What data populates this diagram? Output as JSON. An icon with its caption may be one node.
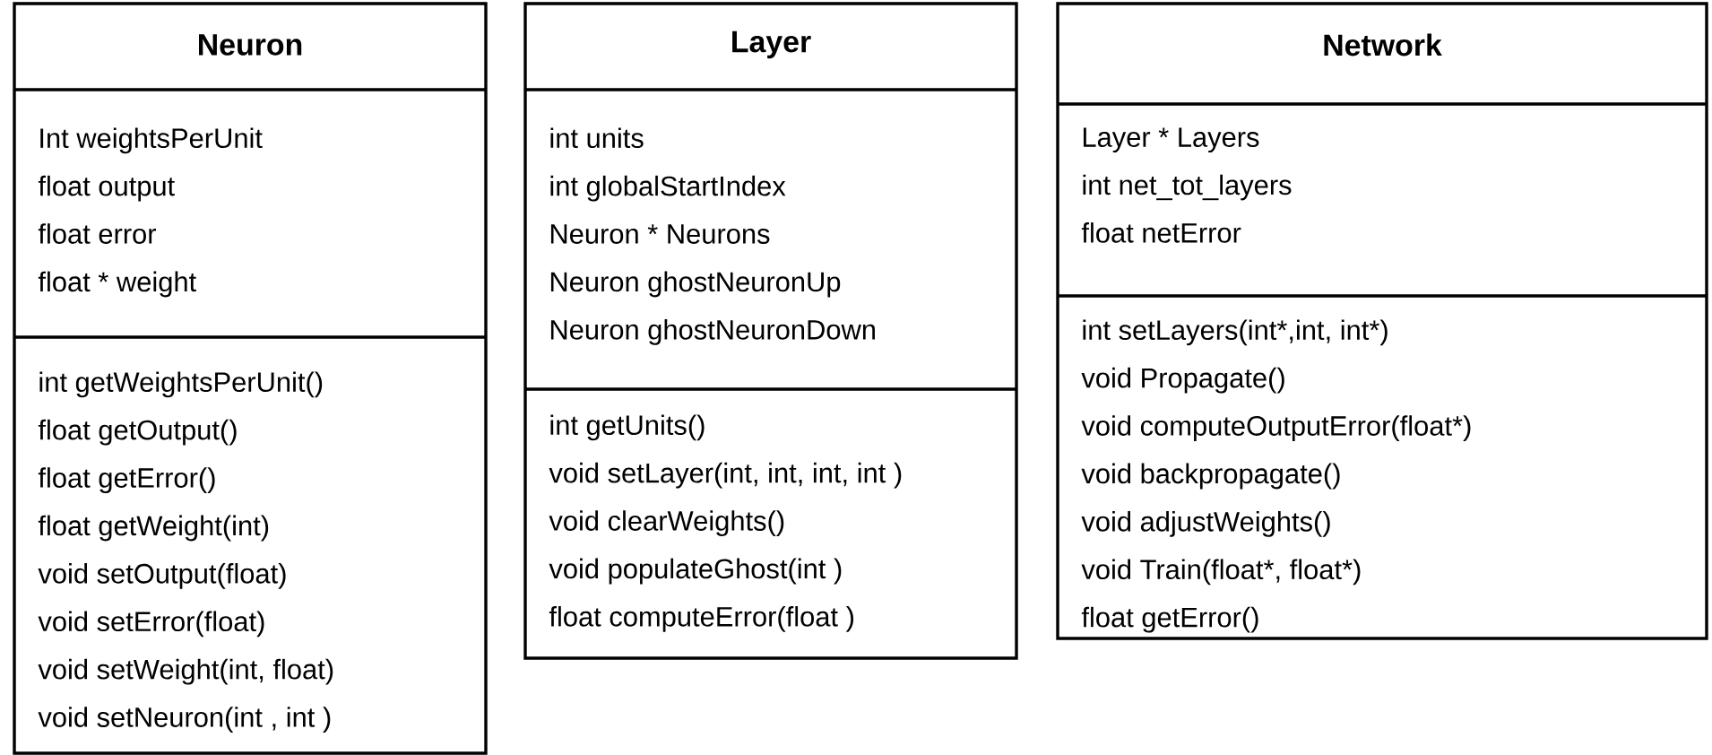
{
  "diagram": {
    "nodes": [
      {
        "text": [
          "Neuron"
        ]
      },
      {
        "text": [
          "Int weightsPerUnit",
          "float output",
          "float error",
          "float * weight"
        ],
        "in": 0
      },
      {
        "text": [
          "int getWeightsPerUnit()",
          "float getOutput()",
          "float getError()",
          "float getWeight(int)",
          "void setOutput(float)",
          "void setError(float)",
          "void setWeight(int, float)",
          "void setNeuron(int , int )"
        ],
        "in": 0
      },
      {
        "text": [
          "Layer"
        ]
      },
      {
        "text": [
          "int units",
          "int globalStartIndex",
          "Neuron * Neurons",
          "Neuron ghostNeuronUp",
          "Neuron ghostNeuronDown"
        ],
        "in": 3
      },
      {
        "text": [
          "int getUnits()",
          "void setLayer(int, int, int, int )",
          "void clearWeights()",
          "void populateGhost(int )",
          "float computeError(float )"
        ],
        "in": 3
      },
      {
        "text": [
          "Network"
        ]
      },
      {
        "text": [
          "Layer * Layers",
          "int net_tot_layers",
          "float netError"
        ],
        "in": 6
      },
      {
        "text": [
          "int setLayers(int*,int, int*)",
          "void Propagate()",
          "void computeOutputError(float*)",
          "void backpropagate()",
          "void adjustWeights()",
          "void Train(float*, float*)",
          "float getError()"
        ],
        "in": 6
      }
    ]
  }
}
